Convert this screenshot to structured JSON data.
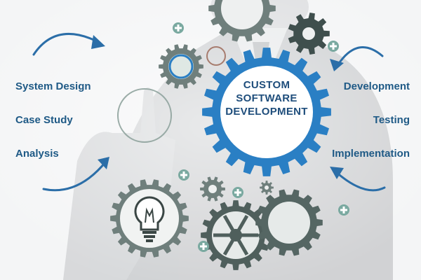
{
  "hub": {
    "line1": "CUSTOM",
    "line2": "SOFTWARE",
    "line3": "DEVELOPMENT"
  },
  "left_steps": [
    {
      "label": "System Design"
    },
    {
      "label": "Case Study"
    },
    {
      "label": "Analysis"
    }
  ],
  "right_steps": [
    {
      "label": "Development"
    },
    {
      "label": "Testing"
    },
    {
      "label": "Implementation"
    }
  ],
  "colors": {
    "text_blue": "#1f5a86",
    "hub_blue": "#2a7fc4",
    "arrow_blue": "#2b6ea8",
    "gear_gray": "#6f7f7c",
    "gear_dark": "#4f5f5c",
    "plus_green": "#7aa9a0",
    "background": "#f4f5f6"
  }
}
